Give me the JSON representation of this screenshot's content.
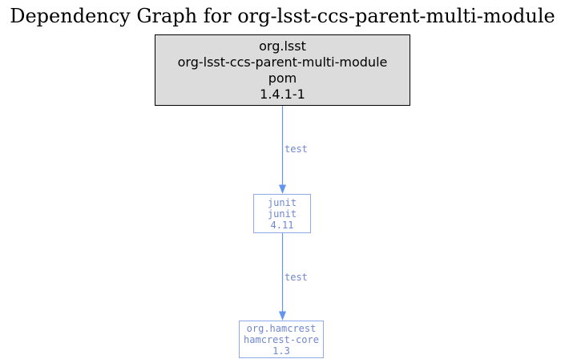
{
  "page": {
    "title": "Dependency Graph for org-lsst-ccs-parent-multi-module"
  },
  "colors": {
    "edge": "#6495ed",
    "dep_border": "#8fa9ec",
    "dep_text": "#6f86d3",
    "root_fill": "#dcdcdc",
    "root_border": "#000000"
  },
  "graph": {
    "root": {
      "lines": [
        "org.lsst",
        "org-lsst-ccs-parent-multi-module",
        "pom",
        "1.4.1-1"
      ]
    },
    "edges": [
      {
        "label": "test"
      },
      {
        "label": "test"
      }
    ],
    "nodes": [
      {
        "id": "junit",
        "lines": [
          "junit",
          "junit",
          "4.11"
        ]
      },
      {
        "id": "hamcrest",
        "lines": [
          "org.hamcrest",
          "hamcrest-core",
          "1.3"
        ]
      }
    ]
  }
}
